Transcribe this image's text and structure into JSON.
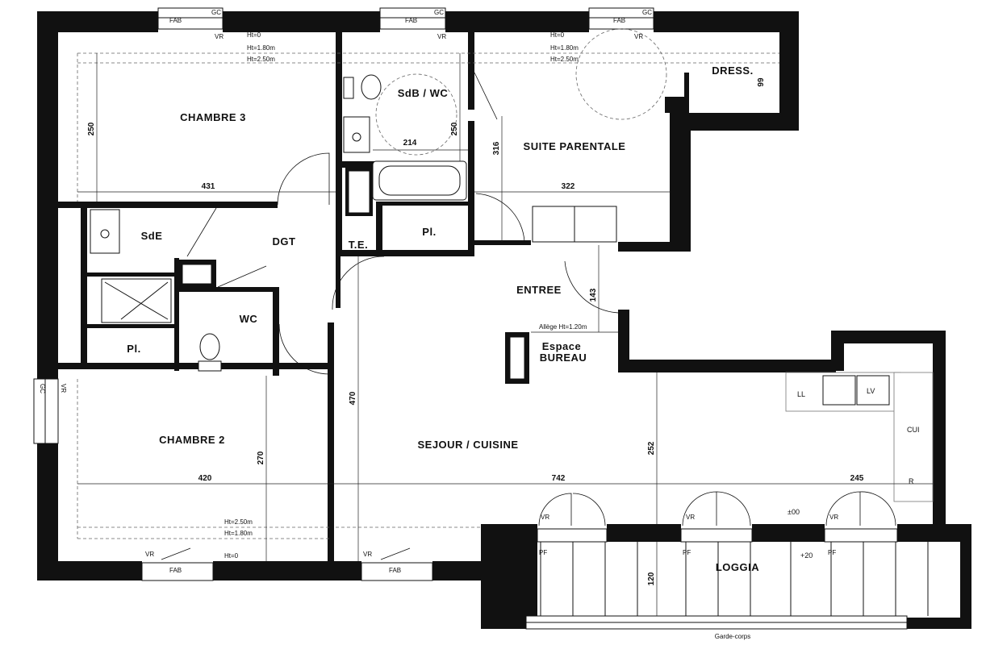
{
  "rooms": {
    "chambre3": "CHAMBRE 3",
    "sdb_wc": "SdB / WC",
    "suite": "SUITE PARENTALE",
    "dress": "DRESS.",
    "sde": "SdE",
    "dgt": "DGT",
    "te": "T.E.",
    "pl": "Pl.",
    "entree": "ENTREE",
    "wc": "WC",
    "chambre2": "CHAMBRE 2",
    "sejour": "SEJOUR / CUISINE",
    "espace": "Espace",
    "bureau": "BUREAU",
    "loggia": "LOGGIA"
  },
  "dimensions": {
    "d431": "431",
    "d250a": "250",
    "d214": "214",
    "d250b": "250",
    "d316": "316",
    "d322": "322",
    "d99": "99",
    "d143": "143",
    "d470": "470",
    "d270": "270",
    "d420": "420",
    "d742": "742",
    "d252": "252",
    "d245": "245",
    "d120": "120"
  },
  "annotations": {
    "fab": "FAB",
    "gc": "GC",
    "vr": "VR",
    "pf": "PF",
    "ht0": "Ht=0",
    "ht180": "Ht=1.80m",
    "ht250": "Ht=2.50m",
    "allege": "Allège  Ht=1.20m",
    "ll": "LL",
    "lv": "LV",
    "cui": "CUI",
    "r": "R",
    "lvl00": "±00",
    "lvl20": "+20",
    "garde": "Garde-corps",
    "side": "GC"
  }
}
